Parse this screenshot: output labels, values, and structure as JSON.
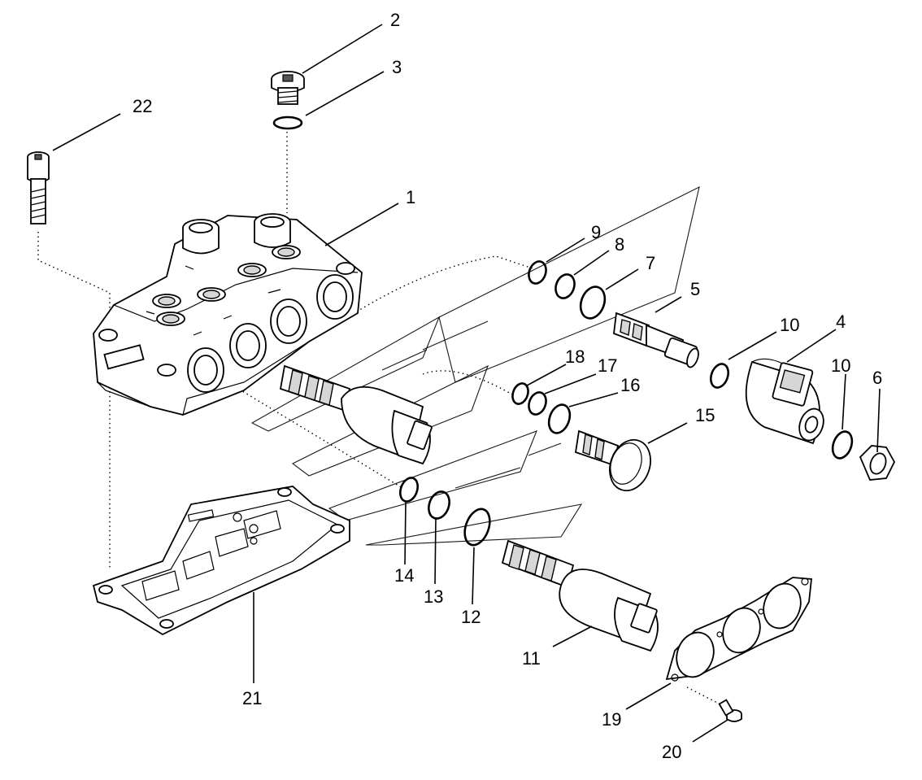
{
  "diagram": {
    "callouts": [
      {
        "id": "c1",
        "text": "1"
      },
      {
        "id": "c2",
        "text": "2"
      },
      {
        "id": "c3",
        "text": "3"
      },
      {
        "id": "c4",
        "text": "4"
      },
      {
        "id": "c5",
        "text": "5"
      },
      {
        "id": "c6",
        "text": "6"
      },
      {
        "id": "c7",
        "text": "7"
      },
      {
        "id": "c8",
        "text": "8"
      },
      {
        "id": "c9",
        "text": "9"
      },
      {
        "id": "c10a",
        "text": "10"
      },
      {
        "id": "c10b",
        "text": "10"
      },
      {
        "id": "c11",
        "text": "11"
      },
      {
        "id": "c12",
        "text": "12"
      },
      {
        "id": "c13",
        "text": "13"
      },
      {
        "id": "c14",
        "text": "14"
      },
      {
        "id": "c15",
        "text": "15"
      },
      {
        "id": "c16",
        "text": "16"
      },
      {
        "id": "c17",
        "text": "17"
      },
      {
        "id": "c18",
        "text": "18"
      },
      {
        "id": "c19",
        "text": "19"
      },
      {
        "id": "c20",
        "text": "20"
      },
      {
        "id": "c21",
        "text": "21"
      },
      {
        "id": "c22",
        "text": "22"
      }
    ]
  }
}
